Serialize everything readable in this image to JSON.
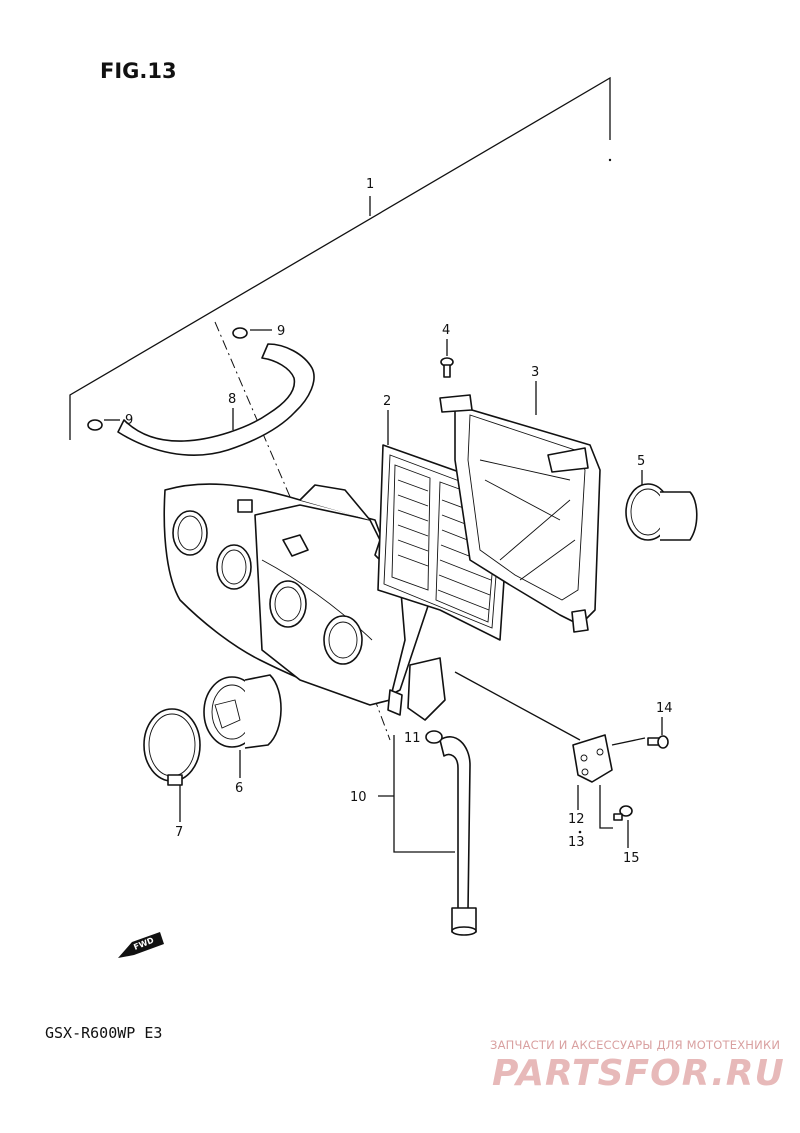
{
  "figure": {
    "title": "FIG.13",
    "model": "GSX-R600WP  E3",
    "fwd": "FWD"
  },
  "callouts": {
    "c1": "1",
    "c2": "2",
    "c3": "3",
    "c4": "4",
    "c5": "5",
    "c6": "6",
    "c7": "7",
    "c8": "8",
    "c9a": "9",
    "c9b": "9",
    "c10": "10",
    "c11": "11",
    "c12": "12",
    "c13": "13",
    "c14": "14",
    "c15": "15"
  },
  "watermark": {
    "tagline": "ЗАПЧАСТИ И АКСЕССУАРЫ ДЛЯ МОТОТЕХНИКИ"
  },
  "colors": {
    "ink": "#111111",
    "watermark": "#e7b9b9"
  }
}
